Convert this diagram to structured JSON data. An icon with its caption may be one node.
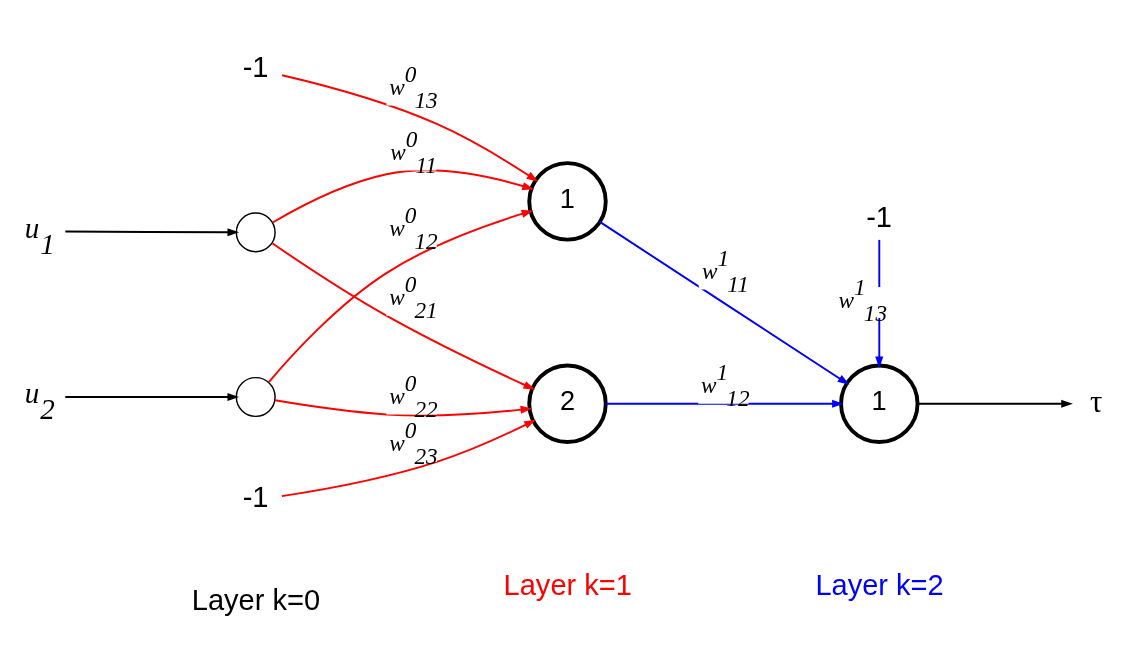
{
  "diagram": {
    "nodes": [
      {
        "text": [
          "u$_{1}$"
        ]
      },
      {
        "text": [],
        "shape": "circle"
      },
      {
        "text": [
          "u$_{2}$"
        ]
      },
      {
        "text": [],
        "shape": "circle"
      },
      {
        "text": [
          "-1"
        ]
      },
      {
        "text": [
          "1"
        ]
      },
      {
        "text": [
          "-1"
        ]
      },
      {
        "text": [
          "2"
        ]
      },
      {
        "text": [
          "-1"
        ]
      },
      {
        "text": [
          "1"
        ]
      },
      {
        "text": [
          "τ"
        ]
      }
    ],
    "edges": [
      {
        "from": 0,
        "to": 1,
        "arrow": "to",
        "color": "#000000"
      },
      {
        "from": 2,
        "to": 3,
        "arrow": "to",
        "color": "#000000"
      },
      {
        "from": 1,
        "to": 5,
        "arrow": "to",
        "label": "w$^{0}$$_{11}$",
        "color": "#ff0000"
      },
      {
        "from": 1,
        "to": 7,
        "arrow": "to",
        "label": "w$^{0}$$_{21}$",
        "color": "#ff0000"
      },
      {
        "from": 3,
        "to": 5,
        "arrow": "to",
        "label": "w$^{0}$$_{12}$",
        "color": "#ff0000"
      },
      {
        "from": 3,
        "to": 7,
        "arrow": "to",
        "label": "w$^{0}$$_{22}$",
        "color": "#ff0000"
      },
      {
        "from": 4,
        "to": 5,
        "arrow": "to",
        "label": "w$^{0}$$_{13}$",
        "color": "#ff0000"
      },
      {
        "from": 6,
        "to": 7,
        "arrow": "to",
        "label": "w$^{0}$$_{23}$",
        "color": "#ff0000"
      },
      {
        "from": 5,
        "to": 9,
        "arrow": "to",
        "label": "w$^{1}$$_{11}$",
        "color": "#0000ff"
      },
      {
        "from": 7,
        "to": 9,
        "arrow": "to",
        "label": "w$^{1}$$_{12}$",
        "color": "#0000ff"
      },
      {
        "from": 8,
        "to": 9,
        "arrow": "to",
        "label": "w$^{1}$$_{13}$",
        "color": "#0000ff"
      },
      {
        "from": 9,
        "to": 10,
        "arrow": "to",
        "color": "#000000"
      }
    ],
    "labels": [
      "Layer k=0",
      "Layer k=1",
      "Layer k=2"
    ]
  }
}
